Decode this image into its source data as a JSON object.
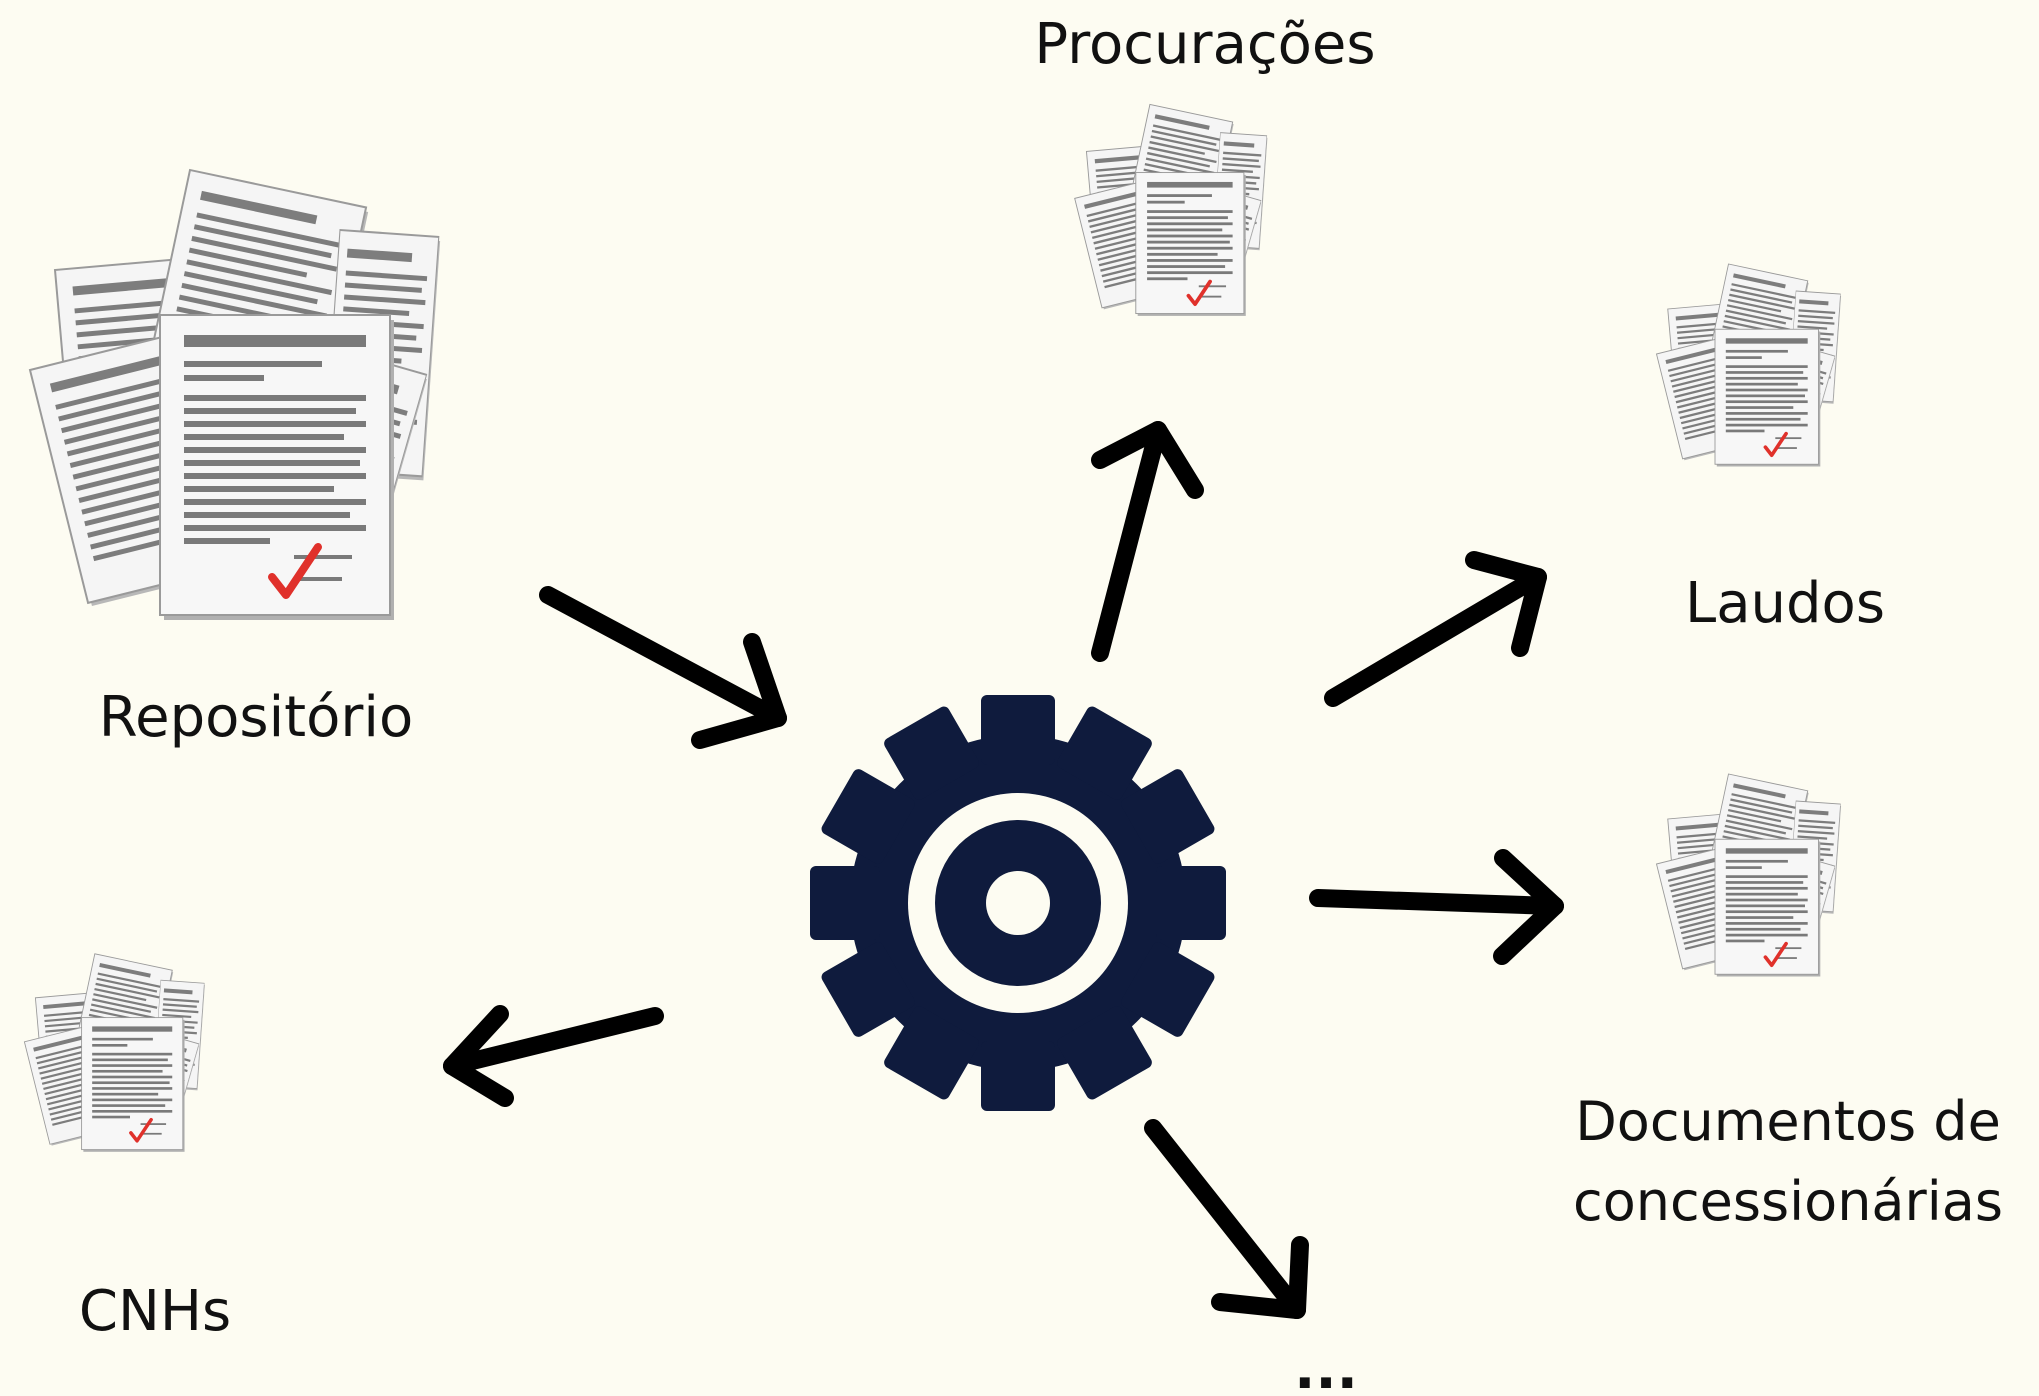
{
  "nodes": {
    "source": {
      "label": "Repositório"
    },
    "procuracoes": {
      "label": "Procurações"
    },
    "laudos": {
      "label": "Laudos"
    },
    "concessionarias": {
      "label_line1": "Documentos de",
      "label_line2": "concessionárias"
    },
    "cnhs": {
      "label": "CNHs"
    },
    "more": {
      "label": "..."
    }
  },
  "icons": {
    "processor": "gear-icon",
    "document": "document-stack-icon",
    "approval": "checkmark-icon"
  },
  "colors": {
    "background": "#fdfcf2",
    "gear": "#0f1b3d",
    "arrows": "#000000",
    "checkmark": "#e0312b",
    "paper": "#f4f4f4",
    "text_lines": "#7a7a7a"
  }
}
